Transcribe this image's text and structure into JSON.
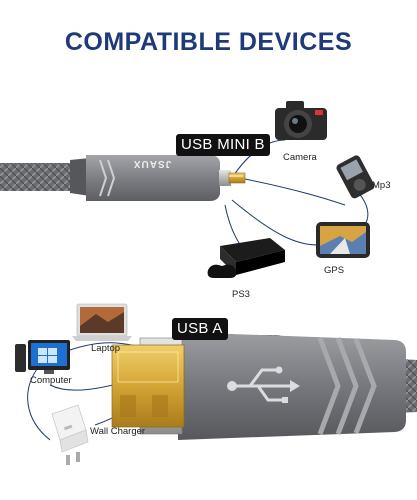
{
  "title": "COMPATIBLE DEVICES",
  "connectors": {
    "mini_b_label": "USB MINI B",
    "usb_a_label": "USB A",
    "brand": "JSAUX"
  },
  "devices": {
    "camera": "Camera",
    "mp3": "Mp3",
    "gps": "GPS",
    "ps3": "PS3",
    "laptop": "Laptop",
    "computer": "Computer",
    "charger": "Wall Charger"
  },
  "colors": {
    "title": "#1f3a78",
    "connector_gray": "#7f8185",
    "braid": "#6e6f73",
    "gold_contact": "#d4a93a",
    "label_bg": "#111111"
  }
}
